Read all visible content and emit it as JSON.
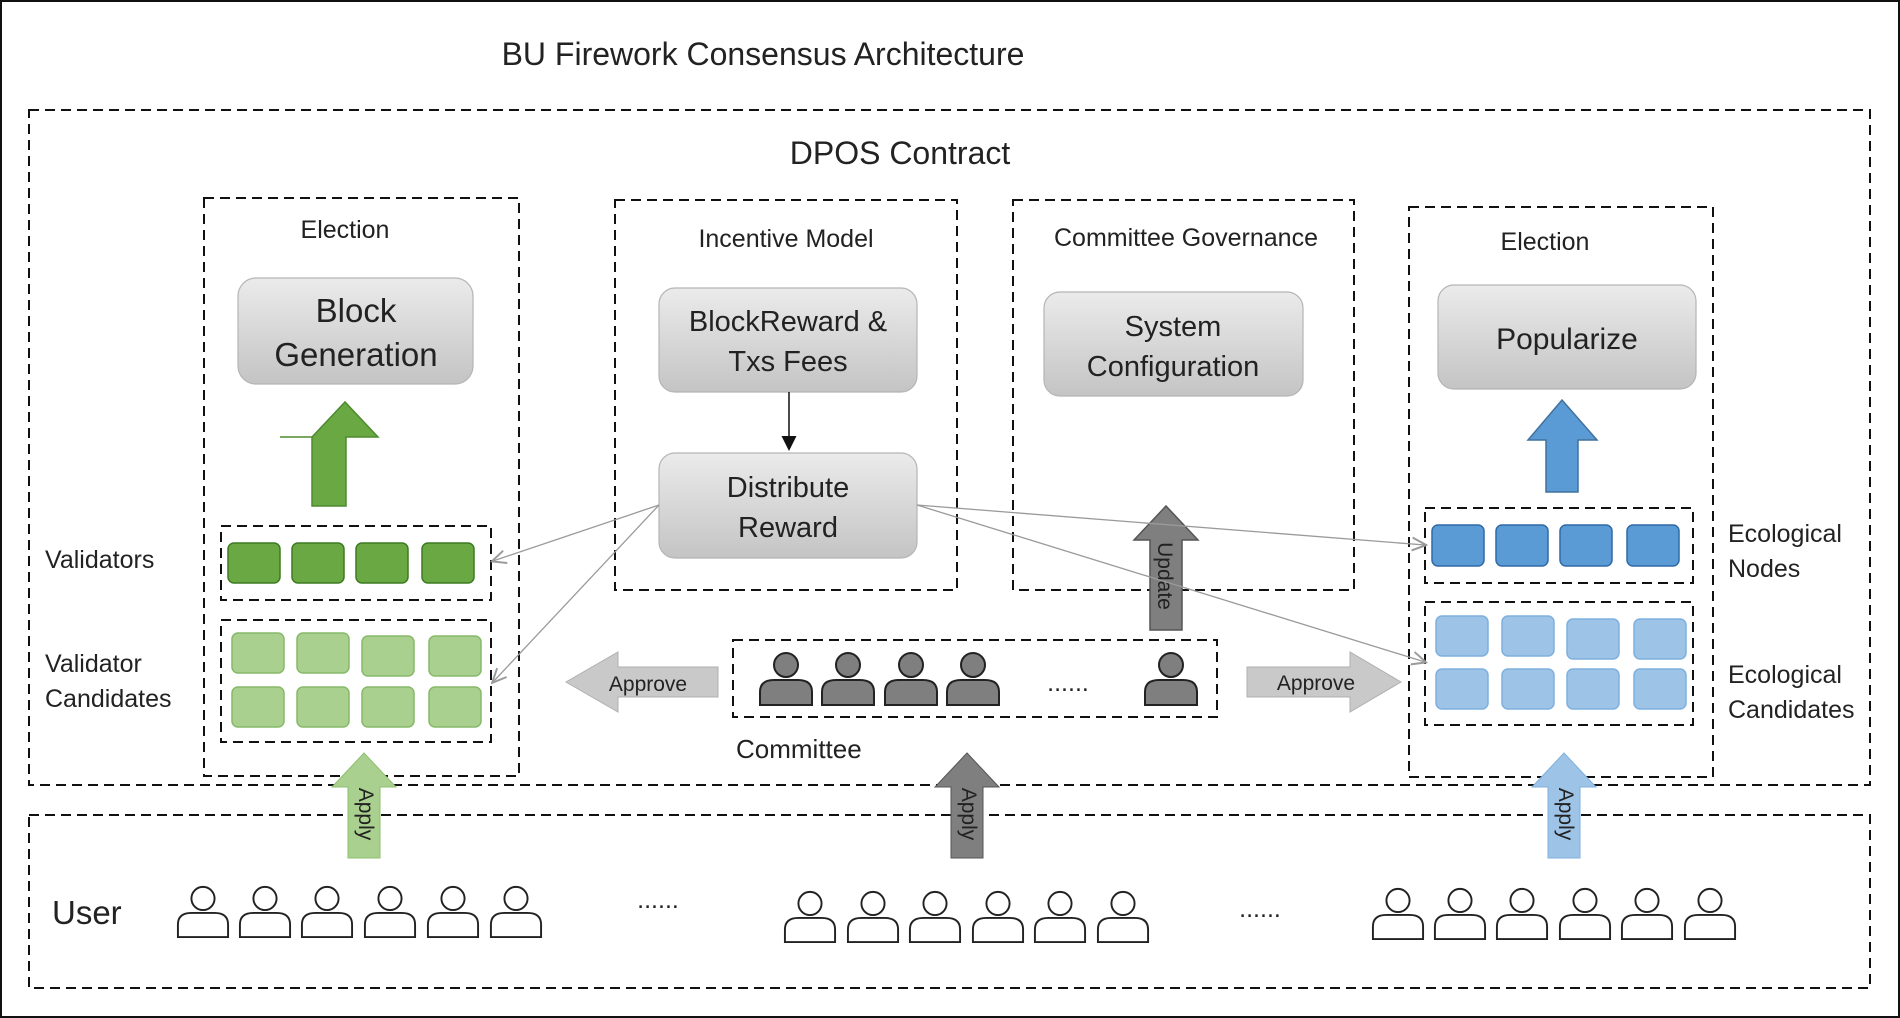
{
  "title": "BU Firework Consensus Architecture",
  "dpos_label": "DPOS Contract",
  "left_election": {
    "label": "Election",
    "box": [
      "Block",
      "Generation"
    ],
    "validators_label": "Validators",
    "candidates_label": [
      "Validator",
      "Candidates"
    ]
  },
  "incentive": {
    "label": "Incentive Model",
    "box1": [
      "BlockReward &",
      "Txs Fees"
    ],
    "box2": [
      "Distribute",
      "Reward"
    ]
  },
  "governance": {
    "label": "Committee Governance",
    "box": [
      "System",
      "Configuration"
    ],
    "update_label": "Update"
  },
  "right_election": {
    "label": "Election",
    "box": "Popularize",
    "nodes_label": [
      "Ecological",
      "Nodes"
    ],
    "candidates_label": [
      "Ecological",
      "Candidates"
    ]
  },
  "committee": {
    "label": "Committee",
    "ellipsis": "......",
    "approve_left": "Approve",
    "approve_right": "Approve"
  },
  "apply_label": "Apply",
  "user": {
    "label": "User",
    "ellipsis": "......"
  },
  "colors": {
    "validator_green": "#6aa843",
    "candidate_green": "#a9d08e",
    "node_blue": "#5b9bd5",
    "candidate_blue": "#9dc3e6",
    "committee_gray": "#7f7f7f",
    "approve_gray": "#c9c9c9"
  },
  "icons": {
    "committee_member": "person-icon-filled",
    "user": "person-icon-outline"
  }
}
